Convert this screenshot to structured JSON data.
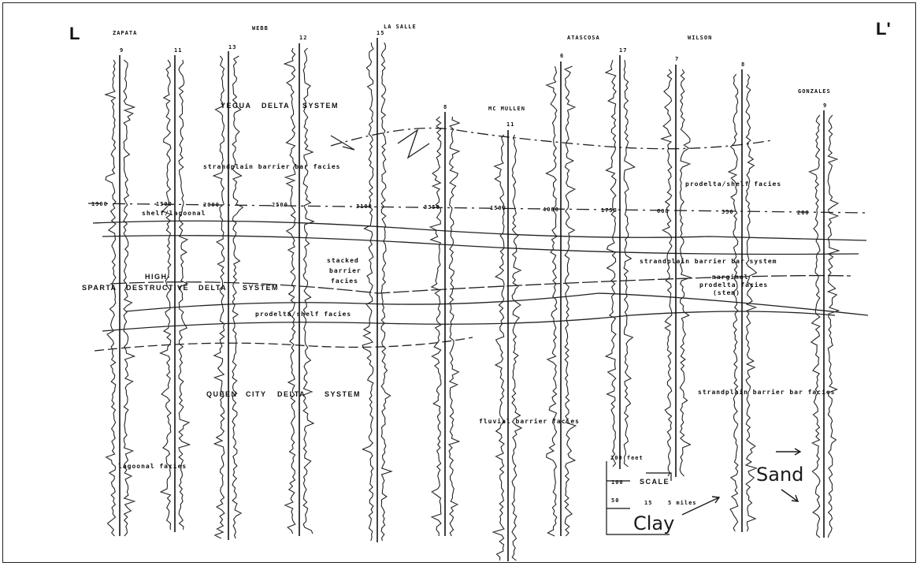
{
  "corners": {
    "left": "L",
    "right": "L'"
  },
  "wells": [
    {
      "county": "ZAPATA",
      "number": "9"
    },
    {
      "county": "",
      "number": "11"
    },
    {
      "county": "",
      "number": "13"
    },
    {
      "county": "WEBB",
      "number": "12"
    },
    {
      "county": "LA SALLE",
      "number": "15"
    },
    {
      "county": "",
      "number": "8"
    },
    {
      "county": "MC MULLEN",
      "number": "11"
    },
    {
      "county": "ATASCOSA",
      "number": "6"
    },
    {
      "county": "",
      "number": "17"
    },
    {
      "county": "WILSON",
      "number": "7"
    },
    {
      "county": "",
      "number": "8"
    },
    {
      "county": "GONZALES",
      "number": "9"
    }
  ],
  "systems": {
    "yegua": [
      "YEGUA",
      "DELTA",
      "SYSTEM"
    ],
    "sparta": [
      "SPARTA",
      "DESTRUCTIVE",
      "DELTA",
      "SYSTEM"
    ],
    "sparta_high": "HIGH-",
    "queen_city": [
      "QUEEN",
      "CITY",
      "DELTA",
      "SYSTEM"
    ],
    "upper_right": "strandplain barrier bar system"
  },
  "facies": {
    "strandplain_upper": "strandplain barrier bar facies",
    "shelf_lagoonal": "shelf/lagoonal",
    "prodelta_shelf_right": "prodelta/shelf facies",
    "stacked": [
      "stacked",
      "barrier",
      "facies"
    ],
    "prodelta_shelf_mid": "prodelta/shelf facies",
    "marginal": [
      "marginal",
      "prodelta facies",
      "(stem)"
    ],
    "strandplain_lower": "strandplain barrier bar facies",
    "fluvial": "fluvial barrier facies",
    "lagoonal": "lagoonal facies"
  },
  "datum": [
    "1900",
    "1500",
    "2000",
    "2500",
    "3100",
    "3350",
    "1500",
    "4000",
    "1750",
    "600",
    "550",
    "200"
  ],
  "scale": {
    "feet": "200 feet",
    "label": "SCALE",
    "val1": "100",
    "val2": "50",
    "val3": "15",
    "miles": "5 miles"
  },
  "annotations": {
    "sand": "Sand",
    "clay": "Clay"
  }
}
